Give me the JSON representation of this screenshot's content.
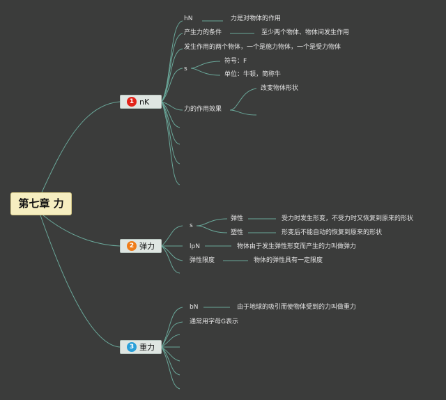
{
  "root": {
    "label": "第七章 力"
  },
  "topics": [
    {
      "label": "nK",
      "number": "1",
      "color": "#e2231a"
    },
    {
      "label": "弹力",
      "number": "2",
      "color": "#ef7d1a"
    },
    {
      "label": "重力",
      "number": "3",
      "color": "#2a9fd8"
    }
  ],
  "force": {
    "definition_key": "hN",
    "definition": "力是对物体的作用",
    "condition_key": "产生力的条件",
    "condition": "至少两个物体、物体间发生作用",
    "two_bodies": "发生作用的两个物体，一个是施力物体，一个是受力物体",
    "unit_key": "s",
    "symbol": "符号：F",
    "unit": "单位：牛顿，简称牛",
    "effect_key": "力的作用效果",
    "effect_1": "改变物体形状"
  },
  "elastic": {
    "kind_key": "s",
    "elasticity_key": "弹性",
    "elasticity": "受力时发生形变，不受力时又恢复到原来的形状",
    "plasticity_key": "塑性",
    "plasticity": "形变后不能自动的恢复到原来的形状",
    "definition_key": "lpN",
    "definition": "物体由于发生弹性形变而产生的力叫做弹力",
    "limit_key": "弹性限度",
    "limit": "物体的弹性具有一定限度"
  },
  "gravity": {
    "definition_key": "bN",
    "definition": "由于地球的吸引而使物体受到的力叫做重力",
    "letter_note": "通常用字母G表示"
  }
}
